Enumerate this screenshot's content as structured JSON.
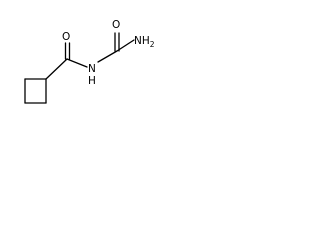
{
  "molecule": {
    "atoms": {
      "o_left": "O",
      "nh": "N",
      "h_on_n": "H",
      "o_right": "O",
      "nh2": "NH",
      "nh2_subscript": "2"
    }
  }
}
